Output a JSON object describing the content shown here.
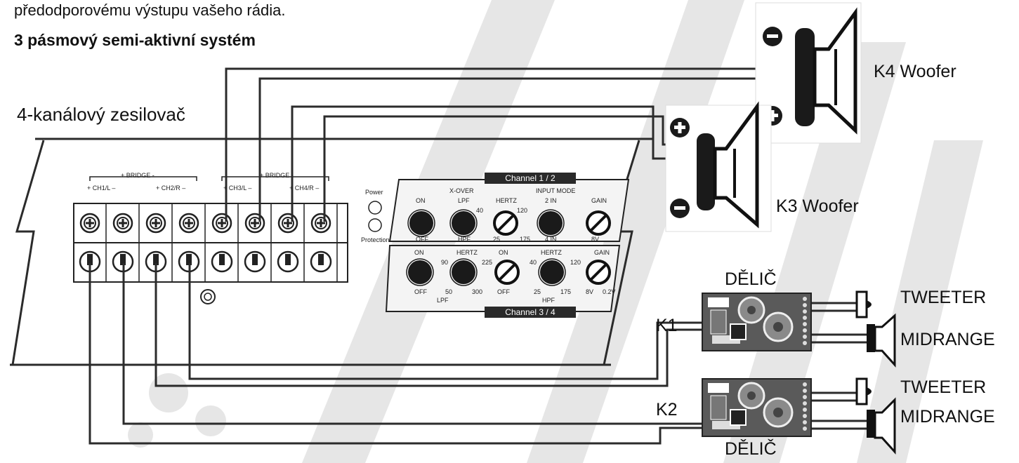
{
  "intro_text": "předodporovému výstupu vašeho rádia.",
  "heading": "3 pásmový semi-aktivní systém",
  "amplifier_label": "4-kanálový zesilovač",
  "amp_panel": {
    "bridge_label_1": "+ BRIDGE -",
    "bridge_label_2": "+ BRIDGE -",
    "ch1": "+  CH1/L  –",
    "ch2": "+  CH2/R  –",
    "ch3": "+  CH3/L  –",
    "ch4": "+  CH4/R  –",
    "power": "Power",
    "protection": "Protection",
    "channel_12": "Channel 1 / 2",
    "channel_34": "Channel 3 / 4",
    "xover": "X-OVER",
    "input_mode": "INPUT MODE",
    "on": "ON",
    "off": "OFF",
    "lpf": "LPF",
    "hpf": "HPF",
    "hertz": "HERTZ",
    "gain": "GAIN",
    "in2": "2 IN",
    "in4": "4 IN",
    "v8": "8V",
    "v02": "0.2V",
    "n25": "25",
    "n40": "40",
    "n50": "50",
    "n90": "90",
    "n120": "120",
    "n175": "175",
    "n225": "225",
    "n300": "300"
  },
  "speakers": {
    "k4": "K4 Woofer",
    "k3": "K3 Woofer"
  },
  "crossovers": {
    "top_label": "DĚLIČ",
    "bottom_label": "DĚLIČ",
    "k1": "K1",
    "k2": "K2"
  },
  "drivers": {
    "tweeter_1": "TWEETER",
    "midrange_1": "MIDRANGE",
    "tweeter_2": "TWEETER",
    "midrange_2": "MIDRANGE"
  },
  "colors": {
    "wire": "#2b2b2b",
    "panel": "#f2f2f2",
    "dark": "#1a1a1a",
    "watermark": "#d9d9d9"
  }
}
